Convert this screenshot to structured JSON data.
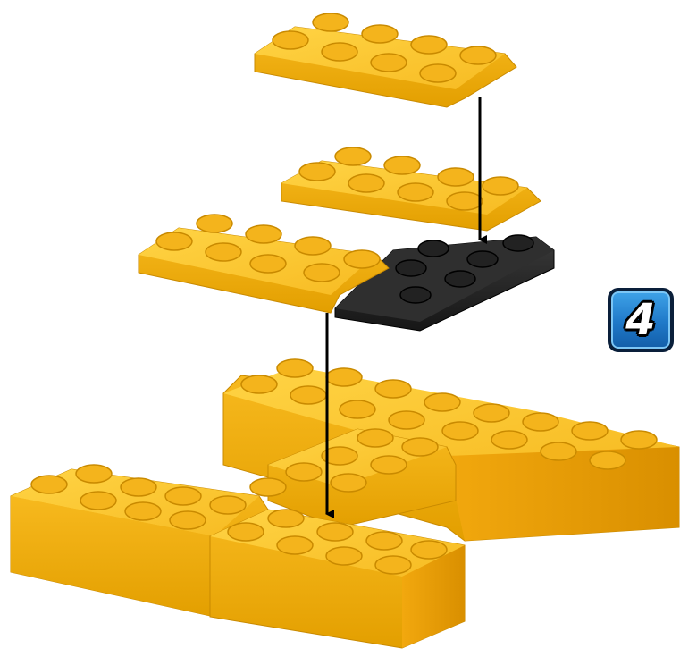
{
  "step": {
    "number": "4"
  },
  "colors": {
    "brick_yellow": "#f6b51a",
    "brick_yellow_light": "#ffd64a",
    "brick_yellow_dark": "#d38f00",
    "plate_black": "#2a2a2a",
    "arrow": "#000000",
    "badge_blue": "#1f78c8"
  },
  "parts": [
    {
      "name": "yellow-plate-2x4-top",
      "color": "yellow"
    },
    {
      "name": "yellow-plate-2x4-middle",
      "color": "yellow"
    },
    {
      "name": "yellow-plate-2x4-left",
      "color": "yellow"
    },
    {
      "name": "black-plate-2x3",
      "color": "black"
    },
    {
      "name": "yellow-brick-2x4-back-right",
      "color": "yellow"
    },
    {
      "name": "yellow-brick-2x4-center",
      "color": "yellow"
    },
    {
      "name": "yellow-brick-2x4-front-left",
      "color": "yellow"
    },
    {
      "name": "yellow-brick-2x4-front-right",
      "color": "yellow"
    }
  ]
}
